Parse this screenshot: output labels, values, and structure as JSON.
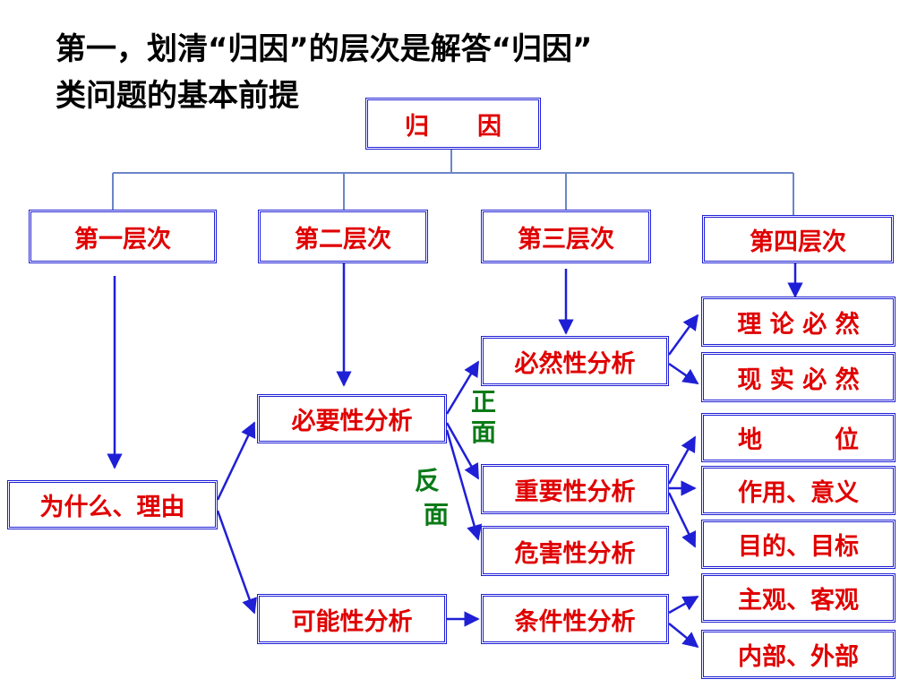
{
  "title": {
    "line1": "第一，划清“归因”的层次是解答“归因”",
    "line2": "类问题的基本前提"
  },
  "root": "归　　因",
  "levels": [
    "第一层次",
    "第二层次",
    "第三层次",
    "第四层次"
  ],
  "nodes": {
    "why": "为什么、理由",
    "necessity": "必要性分析",
    "possibility": "可能性分析",
    "inevitability": "必然性分析",
    "importance": "重要性分析",
    "harm": "危害性分析",
    "condition": "条件性分析",
    "theory": "理 论 必 然",
    "reality": "现 实 必 然",
    "status": "地　　　位",
    "role": "作用、意义",
    "purpose": "目的、目标",
    "subjective": "主观、客观",
    "internal": "内部、外部"
  },
  "labels": {
    "positive": [
      "正",
      "面"
    ],
    "negative": [
      "反",
      "面"
    ]
  },
  "colors": {
    "box_text": "#e00000",
    "border": "#1f1fd6",
    "connector": "#1f1fd6",
    "tree_line": "#6b86c8",
    "side_label": "#0a7a16"
  }
}
